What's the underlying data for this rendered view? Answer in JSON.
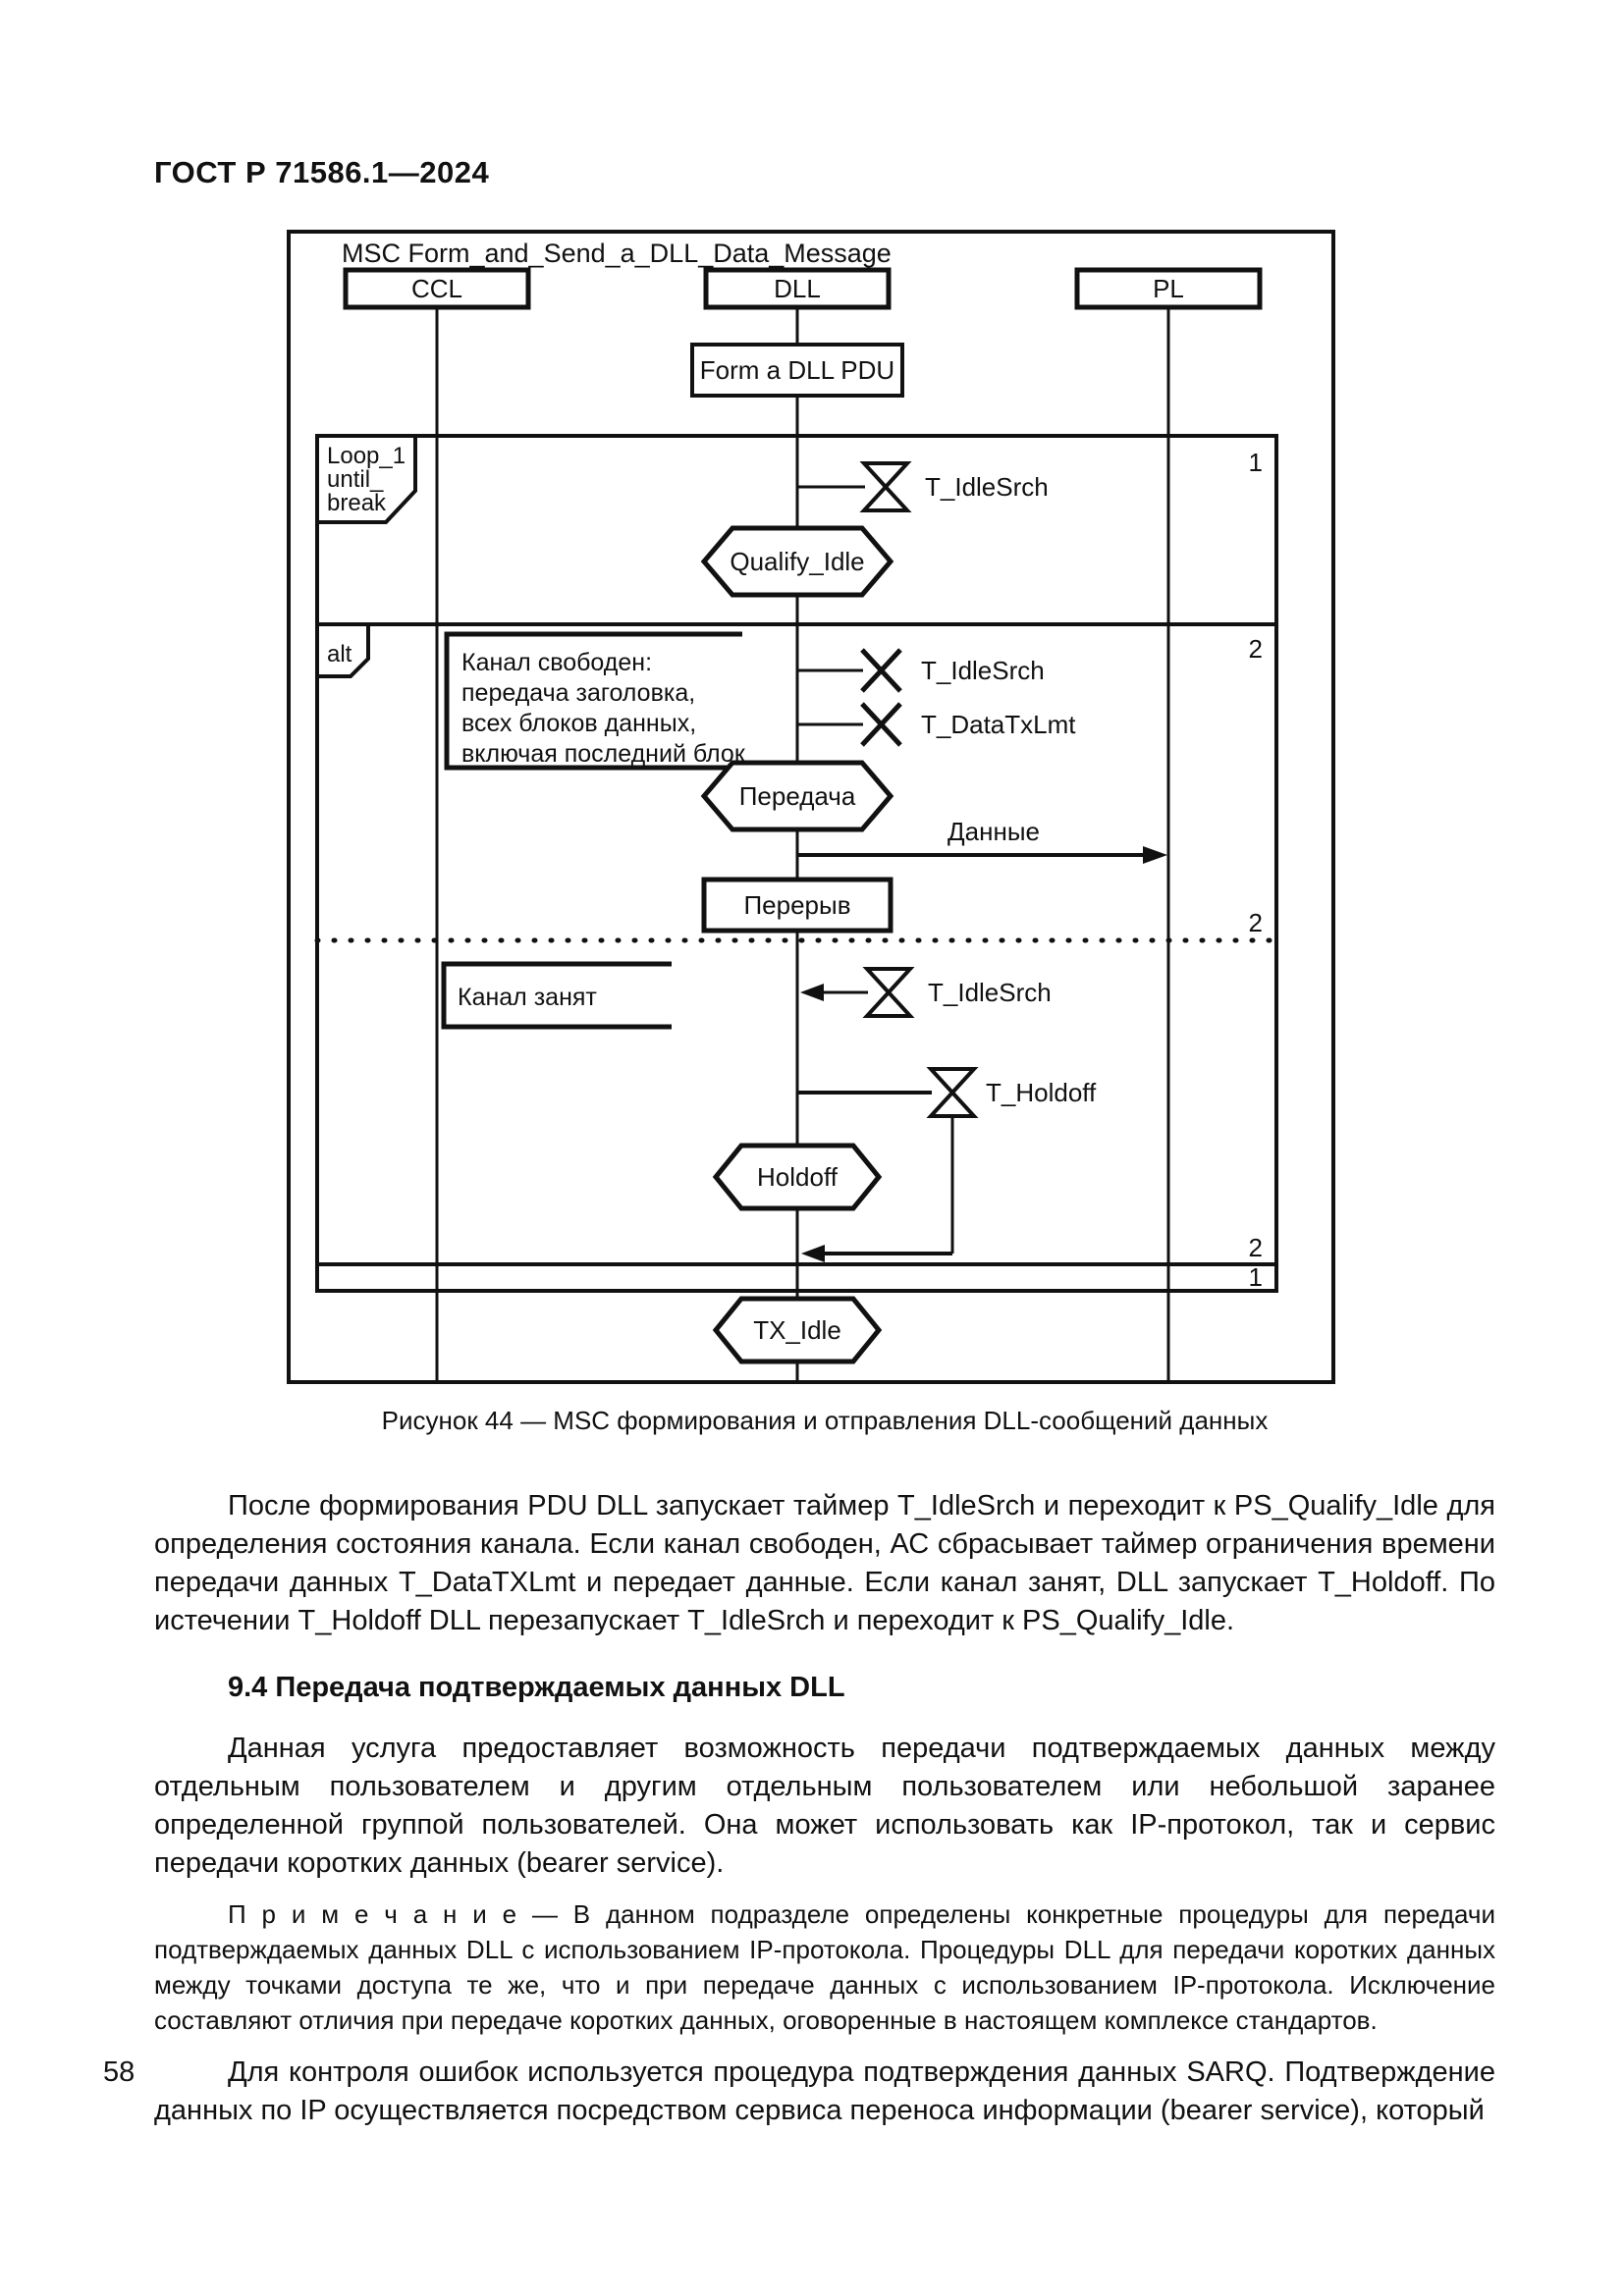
{
  "page": {
    "header": "ГОСТ Р 71586.1—2024",
    "page_number": "58"
  },
  "diagram": {
    "title": "MSC Form_and_Send_a_DLL_Data_Message",
    "instances": [
      {
        "label": "CCL"
      },
      {
        "label": "DLL"
      },
      {
        "label": "PL"
      }
    ],
    "loop": {
      "label_lines": [
        "Loop_1",
        "until_",
        "break"
      ],
      "ref_top": "1",
      "ref_bottom": "1"
    },
    "alt": {
      "label": "alt",
      "ref_top": "2",
      "ref_divider": "2",
      "ref_bottom": "2"
    },
    "action_form_pdu": "Form a DLL PDU",
    "timer_set_idlesrch": "T_IdleSrch",
    "state_qualify_idle": "Qualify_Idle",
    "comment_channel_free_lines": [
      "Канал свободен:",
      "передача заголовка,",
      "всех блоков данных,",
      "включая последний блок"
    ],
    "timer_reset_idlesrch": "T_IdleSrch",
    "timer_reset_datatxlmt": "T_DataTxLmt",
    "state_transmit": "Передача",
    "message_data": "Данные",
    "action_break": "Перерыв",
    "comment_channel_busy": "Канал занят",
    "timer_expire_idlesrch": "T_IdleSrch",
    "timer_set_holdoff": "T_Holdoff",
    "state_holdoff": "Holdoff",
    "state_tx_idle": "TX_Idle"
  },
  "caption": "Рисунок 44 — MSC формирования и отправления DLL-сообщений данных",
  "body": {
    "p1": "После формирования PDU DLL запускает таймер T_IdleSrch и переходит к PS_Qualify_Idle для определения состояния канала. Если канал свободен, АС сбрасывает таймер ограничения времени передачи данных T_DataTXLmt и передает данные. Если канал занят, DLL запускает T_Holdoff. По истечении T_Holdoff DLL перезапускает T_IdleSrch и переходит к PS_Qualify_Idle.",
    "heading_9_4": "9.4 Передача подтверждаемых данных DLL",
    "p2": "Данная услуга предоставляет возможность передачи подтверждаемых данных между отдельным пользователем и другим отдельным пользователем или небольшой заранее определенной группой пользователей. Она может использовать как IP-протокол, так и сервис передачи коротких данных (bearer service).",
    "note_label": "П р и м е ч а н и е",
    "note_text": "— В данном подразделе определены конкретные процедуры для передачи подтверждаемых данных DLL с использованием IP-протокола. Процедуры DLL для передачи коротких данных между точками доступа те же, что и при передаче данных с использованием IP-протокола. Исключение составляют отличия при передаче коротких данных, оговоренные в настоящем комплексе стандартов.",
    "p3": "Для контроля ошибок используется процедура подтверждения данных SARQ. Подтверждение данных по IP осуществляется посредством сервиса переноса информации (bearer service), который"
  }
}
